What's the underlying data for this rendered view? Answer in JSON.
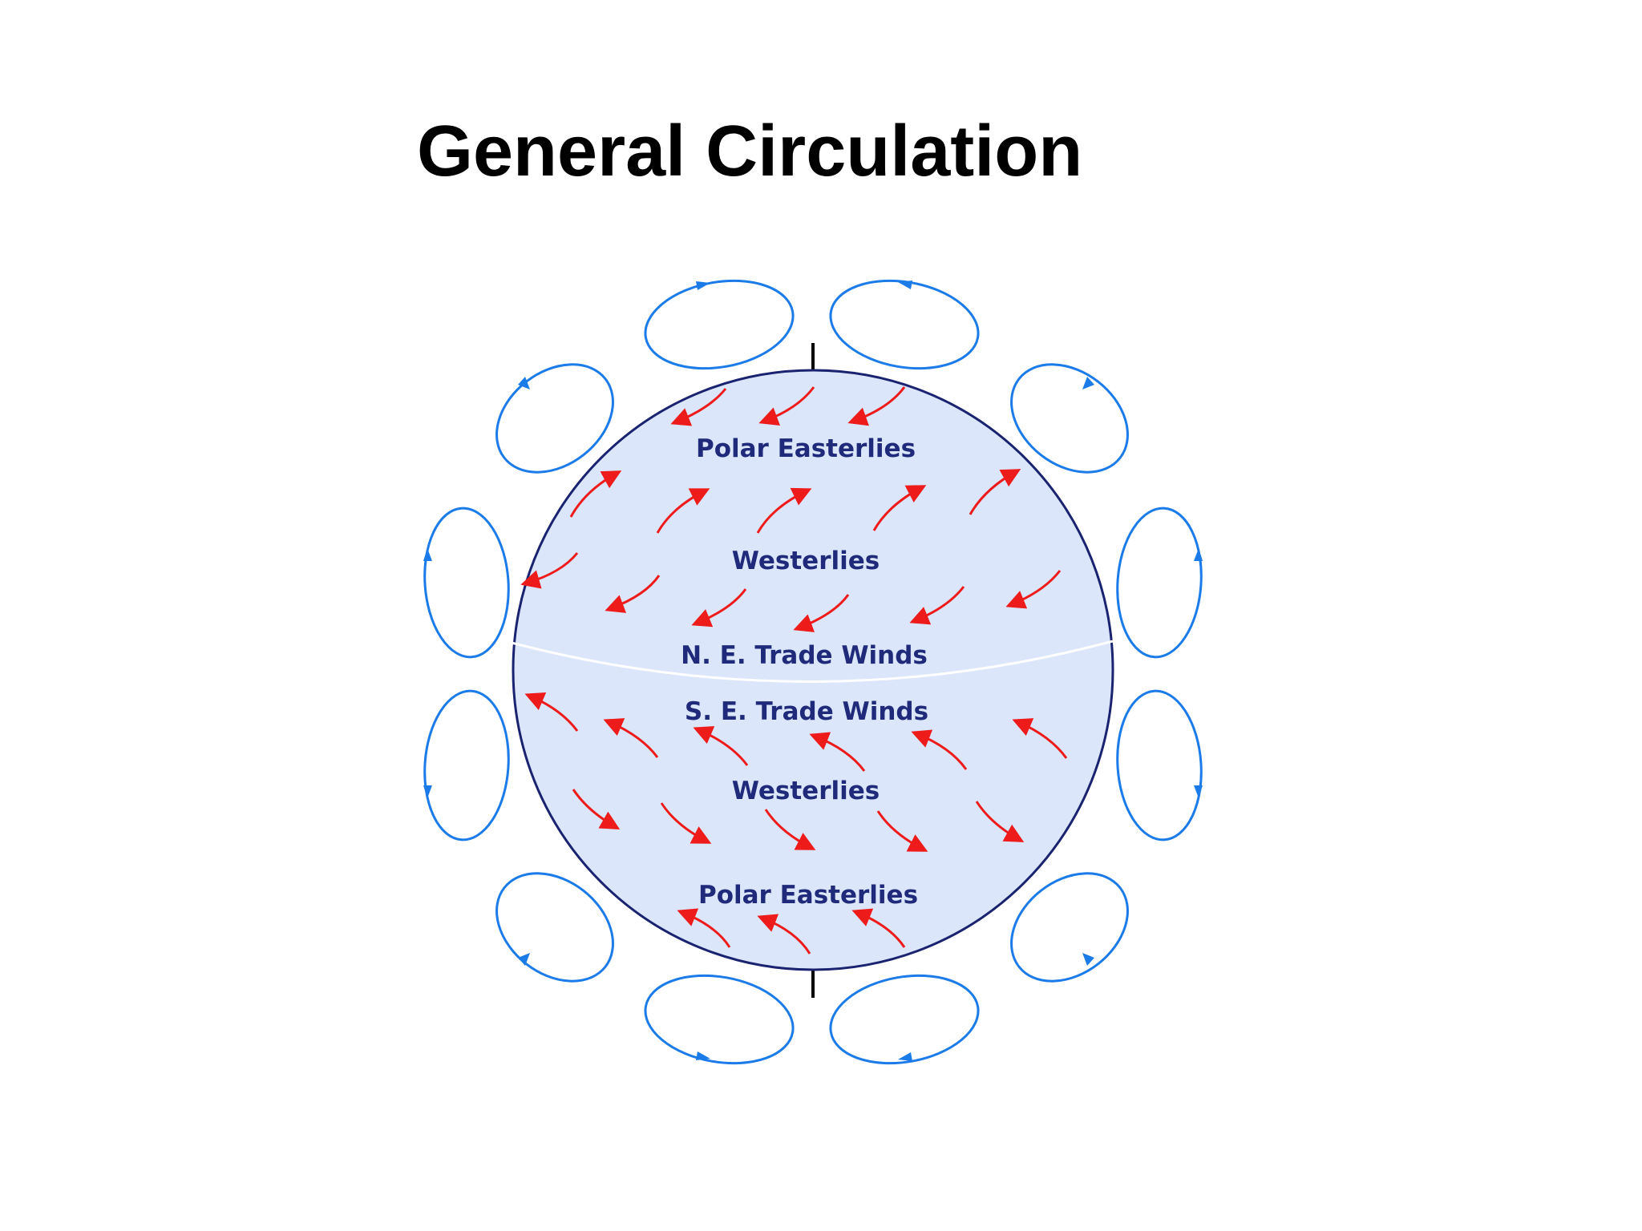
{
  "title": "General Circulation",
  "labels": {
    "north_polar": "Polar Easterlies",
    "north_westerlies": "Westerlies",
    "ne_trades": "N. E. Trade Winds",
    "se_trades": "S. E. Trade Winds",
    "south_westerlies": "Westerlies",
    "south_polar": "Polar Easterlies"
  },
  "colors": {
    "globe_fill": "#dbe6fb",
    "globe_outline": "#1a2370",
    "equator": "#ffffff",
    "surface_wind": "#ee1b1b",
    "circulation_cell": "#1b7be8",
    "axis": "#000000",
    "label_text": "#1f2a7a"
  }
}
